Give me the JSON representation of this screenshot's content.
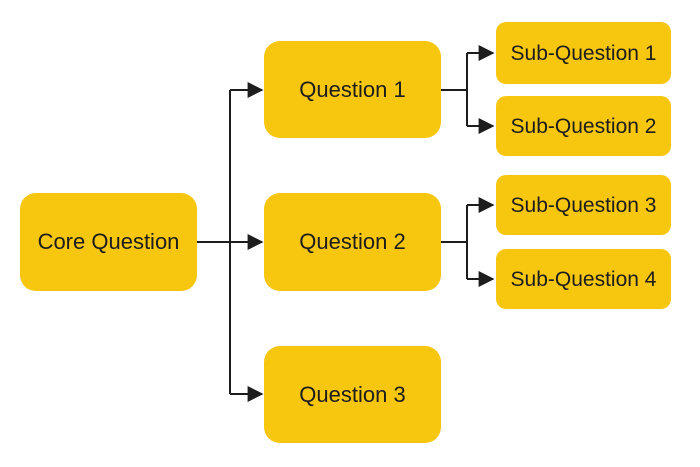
{
  "diagram": {
    "colors": {
      "node_fill": "#f7c60f",
      "text": "#1d1d1d",
      "connector": "#1d1d1d",
      "background": "#ffffff"
    },
    "core": {
      "label": "Core Question"
    },
    "questions": [
      {
        "label": "Question 1"
      },
      {
        "label": "Question 2"
      },
      {
        "label": "Question 3"
      }
    ],
    "sub_questions": [
      {
        "label": "Sub-Question 1",
        "parent": "Question 1"
      },
      {
        "label": "Sub-Question 2",
        "parent": "Question 1"
      },
      {
        "label": "Sub-Question 3",
        "parent": "Question 2"
      },
      {
        "label": "Sub-Question 4",
        "parent": "Question 2"
      }
    ]
  }
}
